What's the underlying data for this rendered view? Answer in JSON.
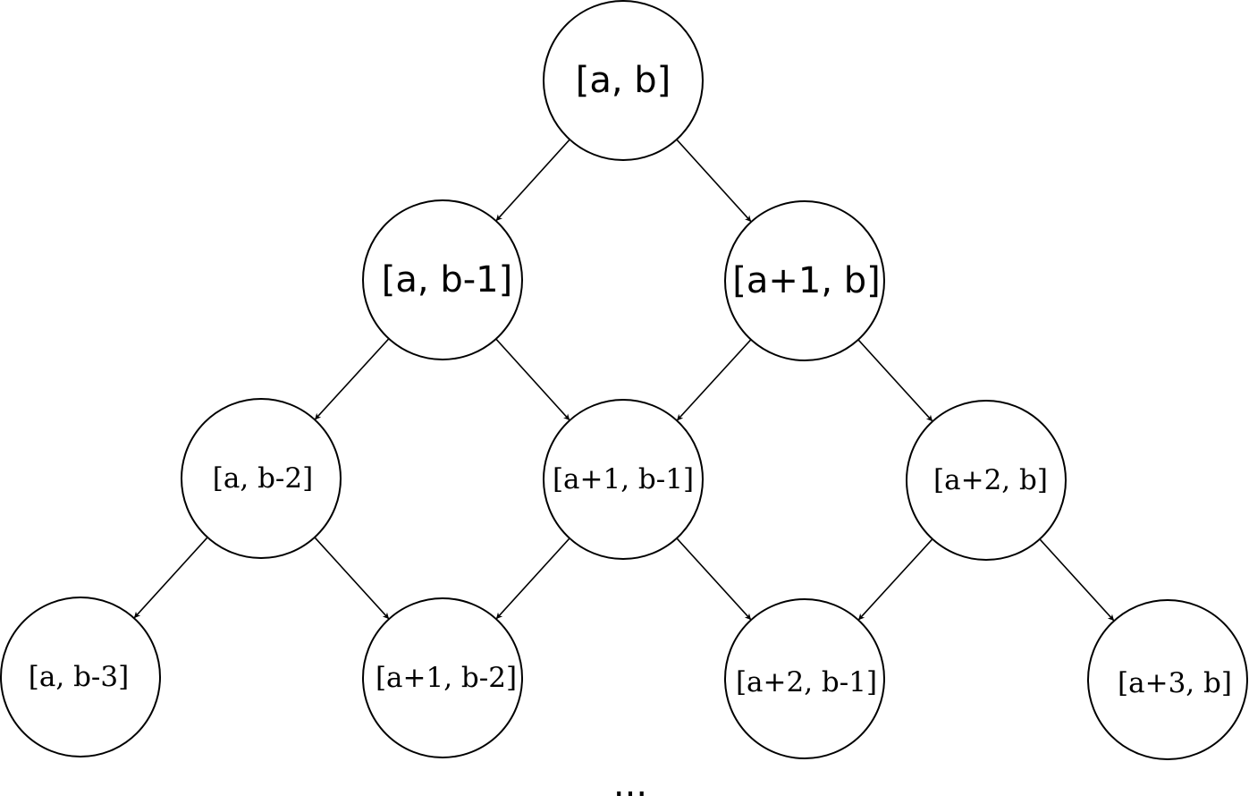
{
  "diagram": {
    "nodes": [
      {
        "id": "n0",
        "label": "[a, b]",
        "style": "sans"
      },
      {
        "id": "n1",
        "label": "[a, b-1]",
        "style": "sans"
      },
      {
        "id": "n2",
        "label": "[a+1, b]",
        "style": "sans"
      },
      {
        "id": "n3",
        "label": "[a, b-2]",
        "style": "serif"
      },
      {
        "id": "n4",
        "label": "[a+1, b-1]",
        "style": "serif"
      },
      {
        "id": "n5",
        "label": "[a+2, b]",
        "style": "serif"
      },
      {
        "id": "n6",
        "label": "[a, b-3]",
        "style": "serif"
      },
      {
        "id": "n7",
        "label": "[a+1, b-2]",
        "style": "serif"
      },
      {
        "id": "n8",
        "label": "[a+2, b-1]",
        "style": "serif"
      },
      {
        "id": "n9",
        "label": "[a+3, b]",
        "style": "serif"
      }
    ],
    "edges": [
      {
        "from": "n0",
        "to": "n1"
      },
      {
        "from": "n0",
        "to": "n2"
      },
      {
        "from": "n1",
        "to": "n3"
      },
      {
        "from": "n1",
        "to": "n4"
      },
      {
        "from": "n2",
        "to": "n4"
      },
      {
        "from": "n2",
        "to": "n5"
      },
      {
        "from": "n3",
        "to": "n6"
      },
      {
        "from": "n3",
        "to": "n7"
      },
      {
        "from": "n4",
        "to": "n7"
      },
      {
        "from": "n4",
        "to": "n8"
      },
      {
        "from": "n5",
        "to": "n8"
      },
      {
        "from": "n5",
        "to": "n9"
      }
    ],
    "ellipsis": "..."
  }
}
